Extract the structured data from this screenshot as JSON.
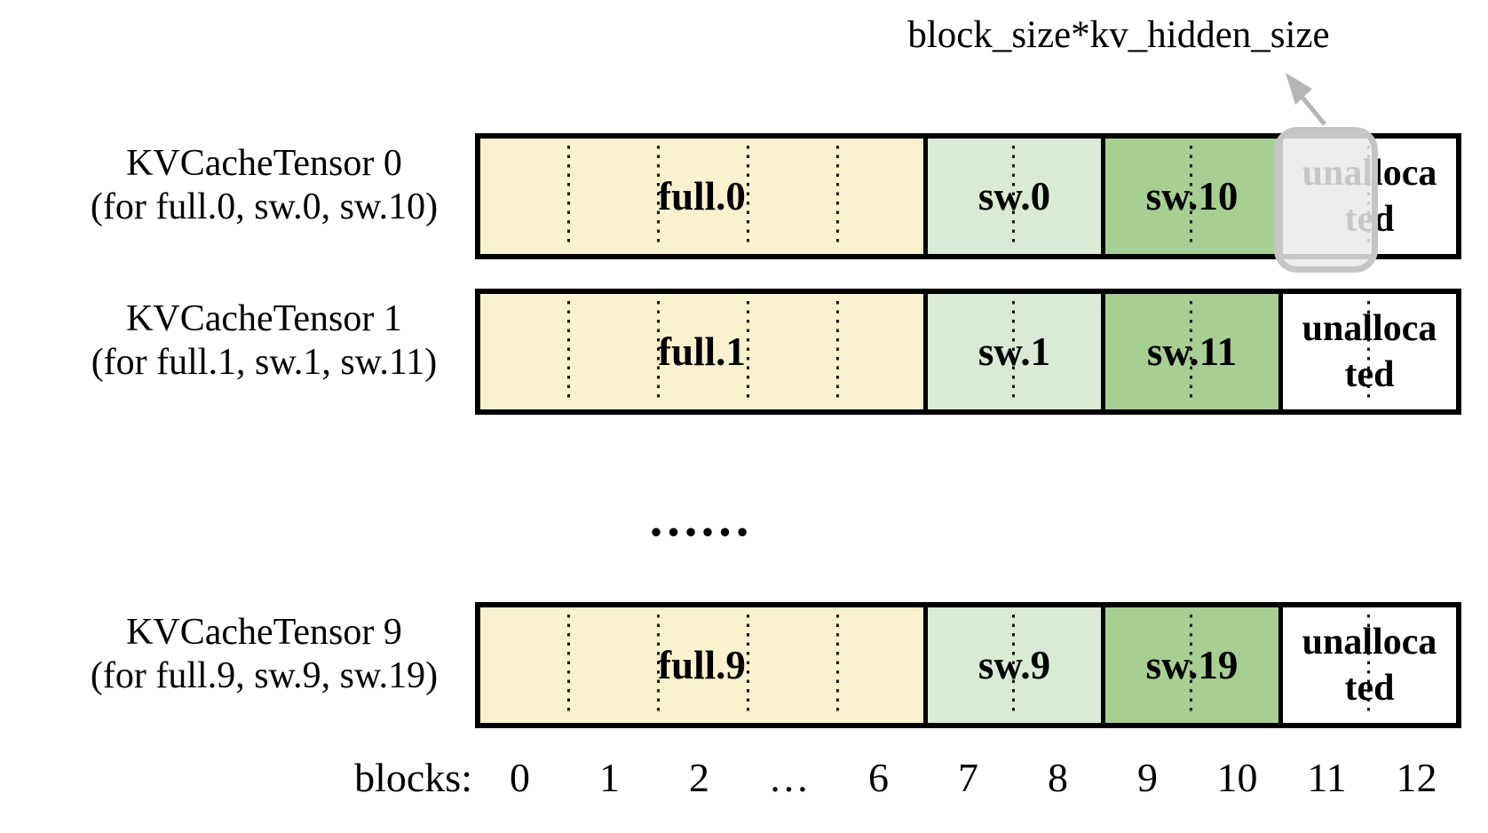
{
  "annotation": {
    "label": "block_size*kv_hidden_size"
  },
  "tensors": [
    {
      "title": "KVCacheTensor 0",
      "subtitle": "(for full.0, sw.0, sw.10)",
      "segments": [
        {
          "label": "full.0",
          "blocks": "0-6",
          "color": "#FBF1CE"
        },
        {
          "label": "sw.0",
          "blocks": "7-8",
          "color": "#DAEAD5"
        },
        {
          "label": "sw.10",
          "blocks": "9-10",
          "color": "#A7CF93"
        },
        {
          "label": "unalloca\nted",
          "blocks": "11-12",
          "color": "#FFFFFF"
        }
      ],
      "highlighted_block": "11"
    },
    {
      "title": "KVCacheTensor 1",
      "subtitle": "(for full.1, sw.1, sw.11)",
      "segments": [
        {
          "label": "full.1",
          "blocks": "0-6",
          "color": "#FBF1CE"
        },
        {
          "label": "sw.1",
          "blocks": "7-8",
          "color": "#DAEAD5"
        },
        {
          "label": "sw.11",
          "blocks": "9-10",
          "color": "#A7CF93"
        },
        {
          "label": "unalloca\nted",
          "blocks": "11-12",
          "color": "#FFFFFF"
        }
      ]
    },
    {
      "title": "KVCacheTensor 9",
      "subtitle": "(for full.9, sw.9, sw.19)",
      "segments": [
        {
          "label": "full.9",
          "blocks": "0-6",
          "color": "#FBF1CE"
        },
        {
          "label": "sw.9",
          "blocks": "7-8",
          "color": "#DAEAD5"
        },
        {
          "label": "sw.19",
          "blocks": "9-10",
          "color": "#A7CF93"
        },
        {
          "label": "unalloca\nted",
          "blocks": "11-12",
          "color": "#FFFFFF"
        }
      ]
    }
  ],
  "ellipsis": "……",
  "axis": {
    "label": "blocks:",
    "ticks": [
      "0",
      "1",
      "2",
      "…",
      "6",
      "7",
      "8",
      "9",
      "10",
      "11",
      "12"
    ]
  },
  "colors": {
    "full": "#FBF1CE",
    "sw_early": "#DAEAD5",
    "sw_late": "#A7CF93",
    "unallocated": "#FFFFFF",
    "outline": "#000000",
    "highlight_fill": "#EAEAEA",
    "highlight_border": "#C5C5C5",
    "arrow": "#B5B5B5"
  }
}
